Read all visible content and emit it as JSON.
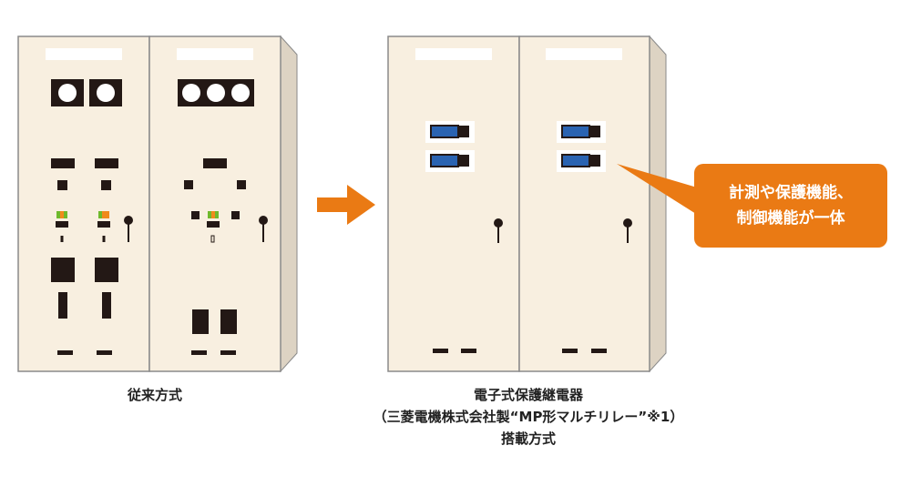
{
  "panels": {
    "conventional": {
      "caption": "従来方式",
      "description_lines": []
    },
    "electronic": {
      "caption_lines": [
        "電子式保護継電器",
        "（三菱電機株式会社製“MP形マルチリレー”※1）",
        "搭載方式"
      ]
    }
  },
  "callout": {
    "lines": [
      "計測や保護機能、",
      "制御機能が一体"
    ]
  },
  "colors": {
    "cabinet_fill": "#f8efe0",
    "cabinet_side": "#ddd3c3",
    "cabinet_stroke": "#8a8a8a",
    "component": "#231815",
    "relay_blue": "#2a63b1",
    "arrow": "#ea7a14",
    "callout": "#ea7a14",
    "indicator_green": "#6fb92c",
    "indicator_orange": "#f08a1c"
  }
}
